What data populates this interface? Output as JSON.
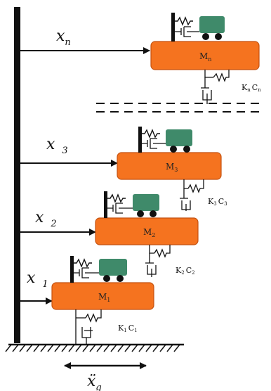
{
  "colors": {
    "mass_fill": "#f5731f",
    "mass_stroke": "#c45210",
    "tmd_fill": "#3f8a6a",
    "wheel": "#111111",
    "line": "#111111"
  },
  "labels": {
    "x_n": {
      "main": "x",
      "sub": "n"
    },
    "x_3": {
      "main": "x",
      "sub": "3"
    },
    "x_2": {
      "main": "x",
      "sub": "2"
    },
    "x_1": {
      "main": "x",
      "sub": "1"
    },
    "ground_accel": {
      "main": "ẍ",
      "sub": "g"
    }
  },
  "masses": [
    {
      "id": "mn",
      "main": "M",
      "sub": "n",
      "kc": {
        "k": "K",
        "ks": "n",
        "c": "C",
        "cs": "n"
      }
    },
    {
      "id": "m3",
      "main": "M",
      "sub": "3",
      "kc": {
        "k": "K",
        "ks": "3",
        "c": "C",
        "cs": "3"
      }
    },
    {
      "id": "m2",
      "main": "M",
      "sub": "2",
      "kc": {
        "k": "K",
        "ks": "2",
        "c": "C",
        "cs": "2"
      }
    },
    {
      "id": "m1",
      "main": "M",
      "sub": "1",
      "kc": {
        "k": "K",
        "ks": "1",
        "c": "C",
        "cs": "1"
      }
    }
  ]
}
